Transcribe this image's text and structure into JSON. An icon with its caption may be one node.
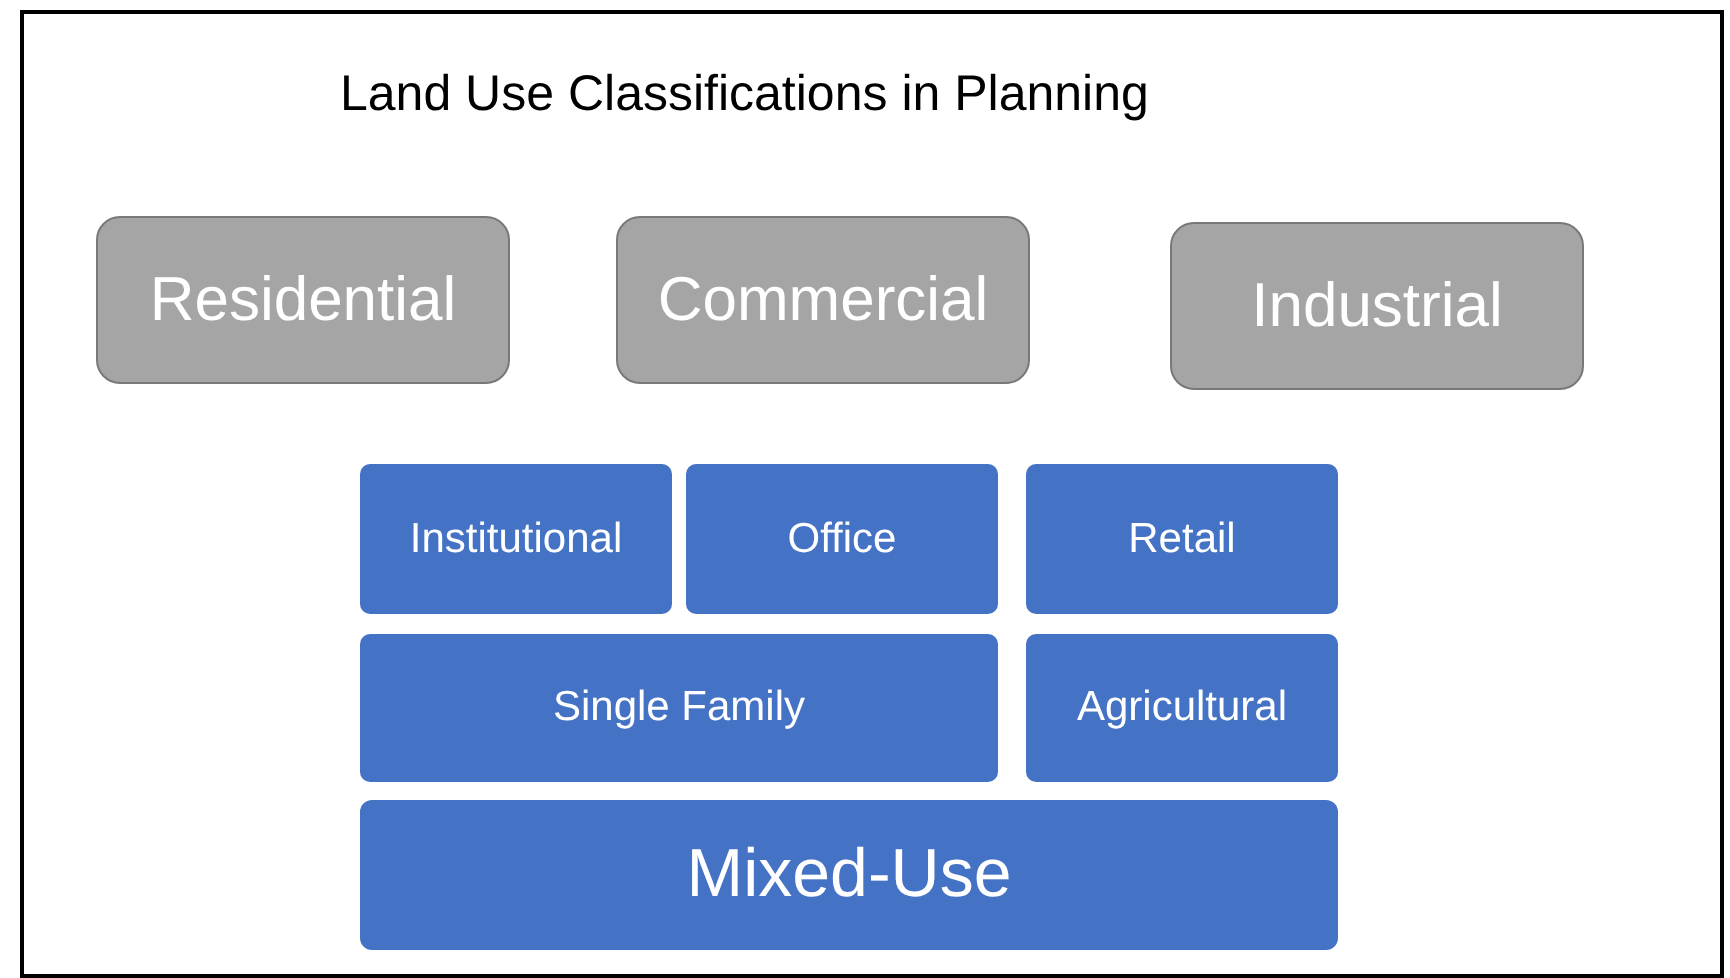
{
  "diagram": {
    "title": "Land Use Classifications in Planning",
    "nodes": [
      {
        "text": [
          "Residential"
        ]
      },
      {
        "text": [
          "Commercial"
        ]
      },
      {
        "text": [
          "Industrial"
        ]
      },
      {
        "text": [
          "Institutional"
        ]
      },
      {
        "text": [
          "Office"
        ]
      },
      {
        "text": [
          "Retail"
        ]
      },
      {
        "text": [
          "Single Family"
        ]
      },
      {
        "text": [
          "Agricultural"
        ]
      },
      {
        "text": [
          "Mixed-Use"
        ]
      }
    ]
  }
}
